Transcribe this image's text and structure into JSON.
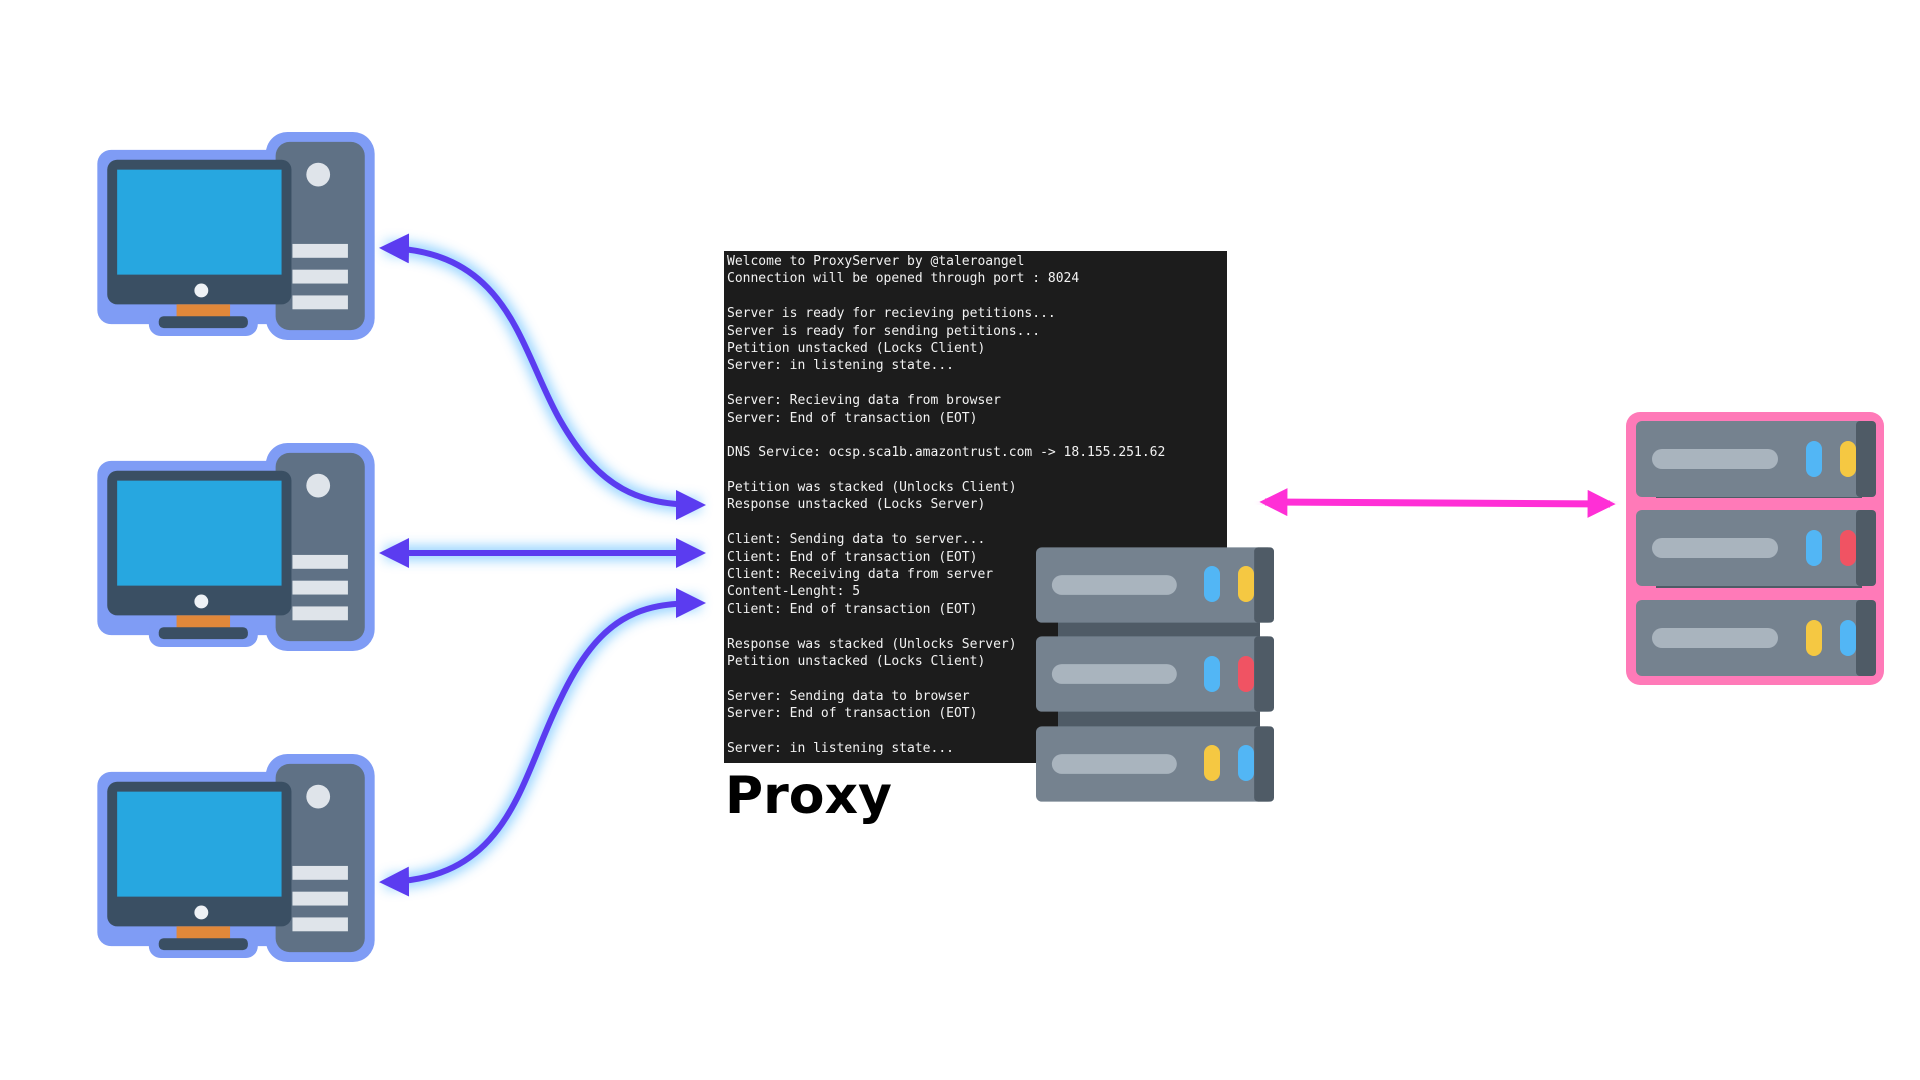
{
  "terminal": {
    "lines": [
      "Welcome to ProxyServer by @taleroangel",
      "Connection will be opened through port : 8024",
      "",
      "Server is ready for recieving petitions...",
      "Server is ready for sending petitions...",
      "Petition unstacked (Locks Client)",
      "Server: in listening state...",
      "",
      "Server: Recieving data from browser",
      "Server: End of transaction (EOT)",
      "",
      "DNS Service: ocsp.sca1b.amazontrust.com -> 18.155.251.62",
      "",
      "Petition was stacked (Unlocks Client)",
      "Response unstacked (Locks Server)",
      "",
      "Client: Sending data to server...",
      "Client: End of transaction (EOT)",
      "Client: Receiving data from server",
      "Content-Lenght: 5",
      "Client: End of transaction (EOT)",
      "",
      "Response was stacked (Unlocks Server)",
      "Petition unstacked (Locks Client)",
      "",
      "Server: Sending data to browser",
      "Server: End of transaction (EOT)",
      "",
      "Server: in listening state..."
    ]
  },
  "proxy_label": "Proxy",
  "icons": {
    "client_computers": [
      "computer-icon",
      "computer-icon",
      "computer-icon"
    ],
    "proxy_server": "server-rack-icon",
    "remote_server": "server-rack-icon"
  },
  "colors": {
    "client_outline": "#7f9cf5",
    "client_arrows": "#5b3cf0",
    "client_arrow_glow": "#6ec3ff",
    "server_arrow": "#ff2fd6",
    "remote_server_outline": "#ff7ab8",
    "terminal_bg": "#1c1c1c",
    "terminal_text": "#f2f2f2"
  }
}
